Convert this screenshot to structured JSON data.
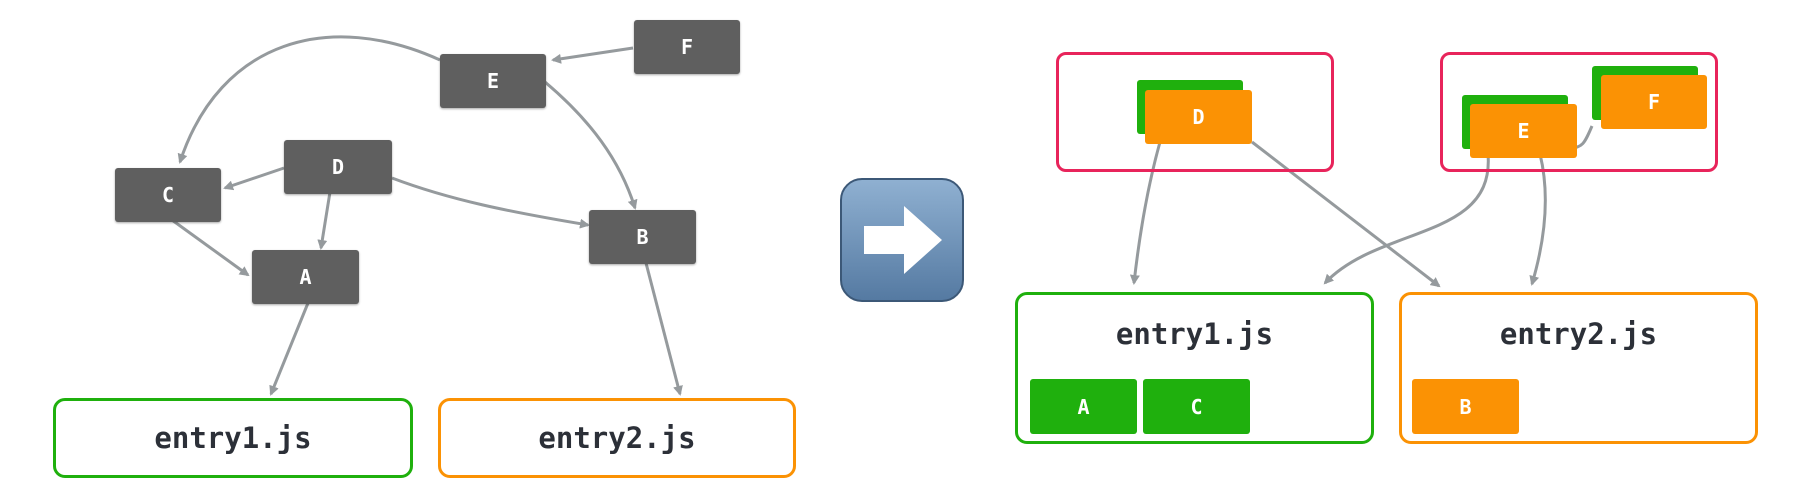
{
  "left_graph": {
    "nodes": {
      "A": "A",
      "B": "B",
      "C": "C",
      "D": "D",
      "E": "E",
      "F": "F"
    },
    "entries": {
      "entry1": "entry1.js",
      "entry2": "entry2.js"
    }
  },
  "right_graph": {
    "chunks": {
      "D": "D",
      "E": "E",
      "F": "F"
    },
    "entries": {
      "entry1": {
        "title": "entry1.js",
        "modules": [
          "A",
          "C"
        ]
      },
      "entry2": {
        "title": "entry2.js",
        "modules": [
          "B"
        ]
      }
    }
  },
  "colors": {
    "module_node": "#5f5f5f",
    "entry1": "#1fb00d",
    "entry2": "#fb9204",
    "shared_chunk_border": "#e8245b",
    "edge": "#959a9d"
  },
  "icons": {
    "transition": "right-arrow-icon"
  }
}
